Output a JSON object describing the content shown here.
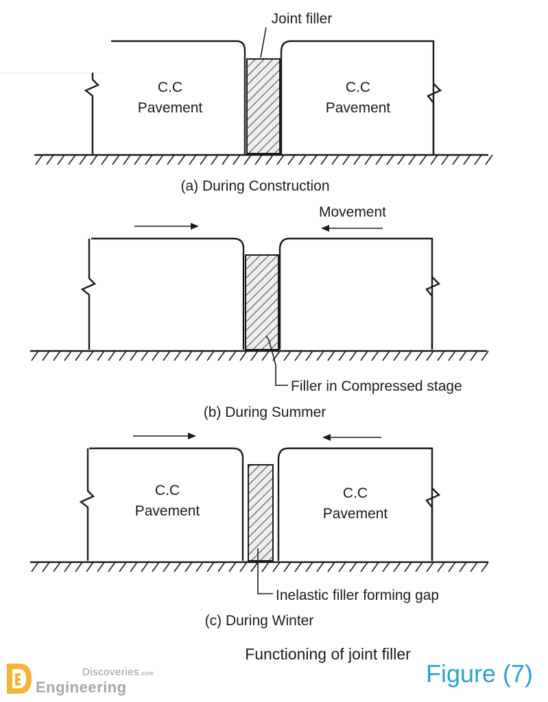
{
  "panel_a": {
    "caption": "(a) During Construction",
    "top_label": "Joint filler",
    "left_text": [
      "C.C",
      "Pavement"
    ],
    "right_text": [
      "C.C",
      "Pavement"
    ]
  },
  "panel_b": {
    "caption": "(b) During Summer",
    "movement_label": "Movement",
    "callout": "Filler in Compressed stage"
  },
  "panel_c": {
    "caption": "(c) During Winter",
    "left_text": [
      "C.C",
      "Pavement"
    ],
    "right_text": [
      "C.C",
      "Pavement"
    ],
    "callout": "Inelastic filler forming gap"
  },
  "figure_caption": "Functioning of joint filler",
  "watermark": {
    "brand_top": "Discoveries",
    "brand_domain": ".com",
    "brand_bottom": "Engineering",
    "figure_tag": "Figure (7)"
  },
  "colors": {
    "ink": "#1a1a1a",
    "accent": "#2aa3c9",
    "filler_bg": "#eeeeee"
  }
}
